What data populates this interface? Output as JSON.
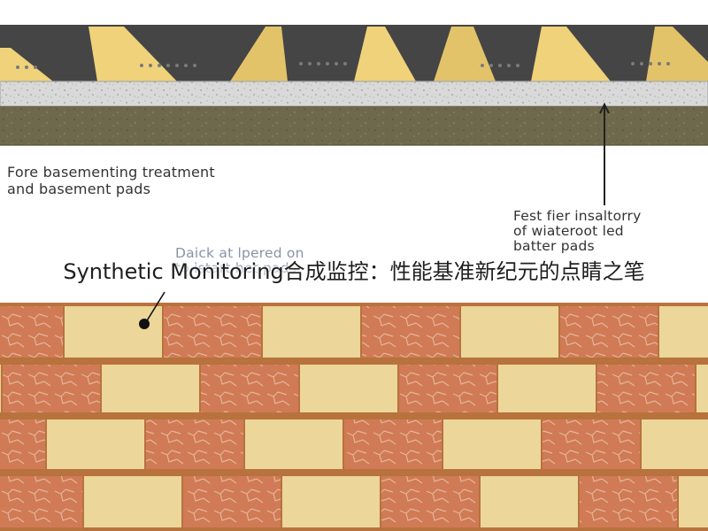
{
  "labels": {
    "left": [
      "Fore basementing treatment",
      "and basement pads"
    ],
    "right": [
      "Fest fier insaltorry",
      "of wiateroot led",
      "batter pads"
    ],
    "middle": [
      "Daick at lpered on",
      "to istart het pads"
    ]
  },
  "overlay_title": "Synthetic Monitoring合成监控：性能基准新纪元的点睛之笔",
  "colors": {
    "gravel": "#d6d6d6",
    "gravel_border": "#a9a9a9",
    "soil": "#6f6a4b",
    "roof_dark": "#454545",
    "roof_yellow": "#f0d27a",
    "brick_cream": "#ecd69a",
    "brick_terracotta": "#d07b55",
    "mortar": "#b8723d",
    "leader": "#222222"
  },
  "icons": {
    "pointer": "leader-dot-icon"
  }
}
